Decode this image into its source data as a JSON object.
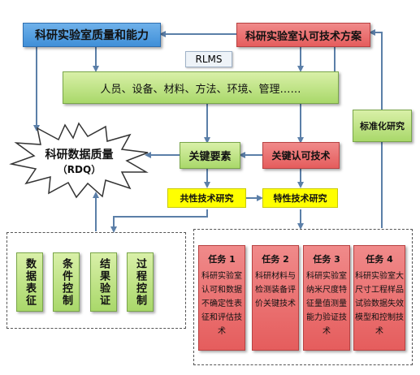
{
  "nodes": {
    "quality_capability": "科研实验室质量和能力",
    "accreditation_scheme": "科研实验室认可技术方案",
    "rlms": "RLMS",
    "factors": "人员、设备、材料、方法、环境、管理……",
    "rdq_title": "科研数据质量",
    "rdq_abbr": "（RDQ）",
    "key_elements": "关键要素",
    "key_accreditation": "关键认可技术",
    "common_tech": "共性技术研究",
    "specific_tech": "特性技术研究",
    "standardization": "标准化研究"
  },
  "left_panel": [
    "数据表征",
    "条件控制",
    "结果验证",
    "过程控制"
  ],
  "tasks": [
    {
      "title": "任务 1",
      "desc": "科研实验室认可和数据不确定性表征和评估技术"
    },
    {
      "title": "任务 2",
      "desc": "科研材料与检测装备评价关键技术"
    },
    {
      "title": "任务 3",
      "desc": "科研实验室纳米尺度特征量值测量能力验证技术"
    },
    {
      "title": "任务 4",
      "desc": "科研实验室大尺寸工程样品试验数据失效模型和控制技术"
    }
  ],
  "colors": {
    "blue": "#4a97dd",
    "red": "#e86b6b",
    "green": "#b7de7c",
    "yellow": "#ffff00",
    "arrow": "#5b7fa8"
  }
}
